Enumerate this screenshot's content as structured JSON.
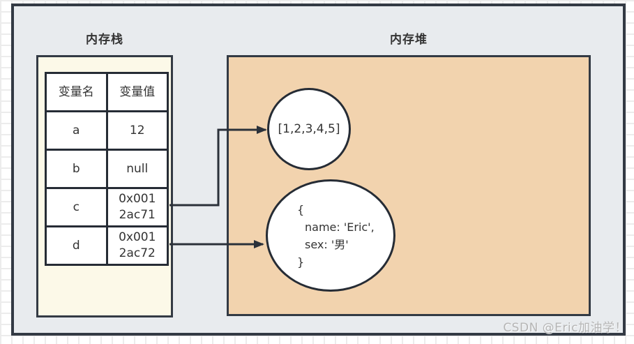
{
  "stack": {
    "title": "内存栈",
    "table": {
      "headers": [
        "变量名",
        "变量值"
      ],
      "rows": [
        {
          "name": "a",
          "value_lines": [
            "12"
          ]
        },
        {
          "name": "b",
          "value_lines": [
            "null"
          ]
        },
        {
          "name": "c",
          "value_lines": [
            "0x001",
            "2ac71"
          ]
        },
        {
          "name": "d",
          "value_lines": [
            "0x001",
            "2ac72"
          ]
        }
      ]
    }
  },
  "heap": {
    "title": "内存堆",
    "array_node": {
      "label": "[1,2,3,4,5]"
    },
    "object_node": {
      "lines": [
        "{",
        "name: 'Eric',",
        "sex: '男'",
        "}"
      ]
    }
  },
  "arrows": [
    {
      "from": "c",
      "to": "array-node"
    },
    {
      "from": "d",
      "to": "object-node"
    }
  ],
  "watermark": {
    "text": "CSDN @Eric加油学！"
  },
  "colors": {
    "stroke": "#333a44",
    "outer-fill": "#e8ebee",
    "stack-fill": "#fcf9e8",
    "heap-fill": "#f2d3ae",
    "node-fill": "#ffffff",
    "text": "#333333",
    "watermark": "#b5b5b5"
  }
}
